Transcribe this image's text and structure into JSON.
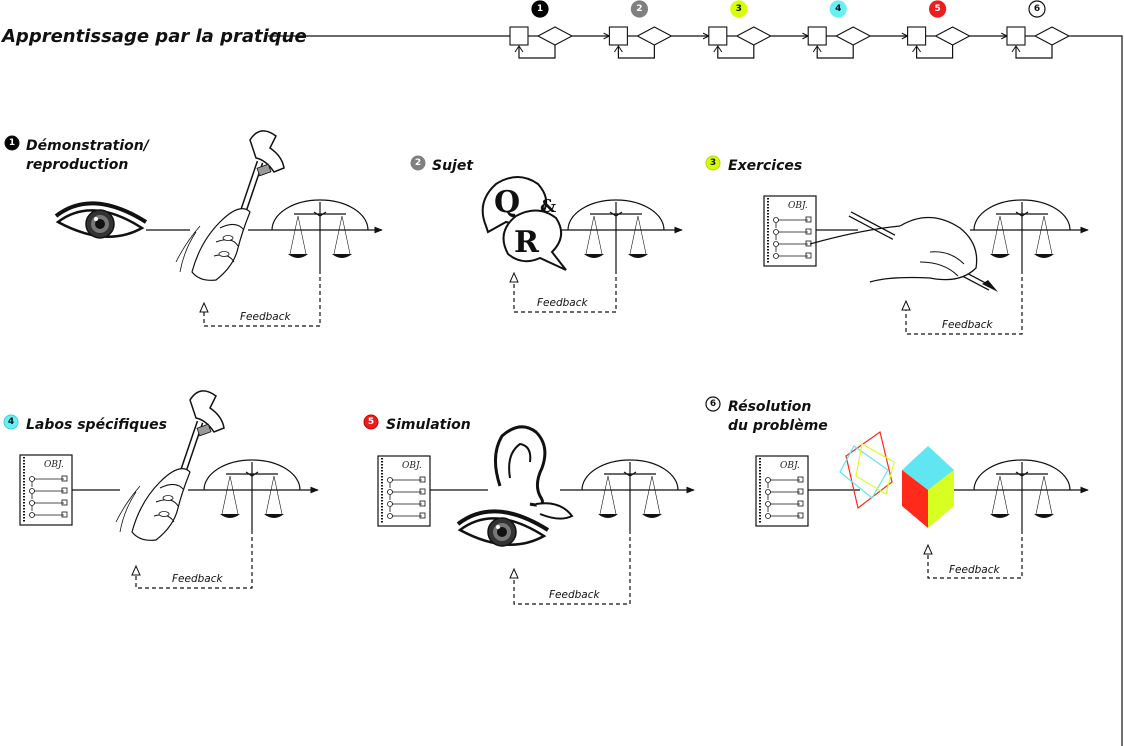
{
  "title": "Apprentissage par la pratique",
  "colors": {
    "step1": "#000000",
    "step2": "#808080",
    "step3": "#d6ff00",
    "step4": "#66f0f5",
    "step5": "#ee1c1c",
    "step6": "#ffffff",
    "cube_top": "#5fe6f0",
    "cube_left": "#ff2a1a",
    "cube_right": "#d8ff22"
  },
  "header_flow": {
    "steps": [
      "1",
      "2",
      "3",
      "4",
      "5",
      "6"
    ]
  },
  "steps": [
    {
      "number": "1",
      "label_line1": "Démonstration/",
      "label_line2": "reproduction",
      "feedback": "Feedback",
      "icon": "eye-and-wrench-icon"
    },
    {
      "number": "2",
      "label_line1": "Sujet",
      "label_line2": "",
      "feedback": "Feedback",
      "icon": "q-and-r-speech-bubbles-icon",
      "q": "Q",
      "amp": "&",
      "r": "R"
    },
    {
      "number": "3",
      "label_line1": "Exercices",
      "label_line2": "",
      "feedback": "Feedback",
      "icon": "notepad-and-pencil-icon",
      "obj": "OBJ."
    },
    {
      "number": "4",
      "label_line1": "Labos spécifiques",
      "label_line2": "",
      "feedback": "Feedback",
      "icon": "notepad-and-wrench-icon",
      "obj": "OBJ."
    },
    {
      "number": "5",
      "label_line1": "Simulation",
      "label_line2": "",
      "feedback": "Feedback",
      "icon": "notepad-ear-eye-icon",
      "obj": "OBJ."
    },
    {
      "number": "6",
      "label_line1": "Résolution",
      "label_line2": "du problème",
      "feedback": "Feedback",
      "icon": "notepad-planes-cube-icon",
      "obj": "OBJ."
    }
  ]
}
